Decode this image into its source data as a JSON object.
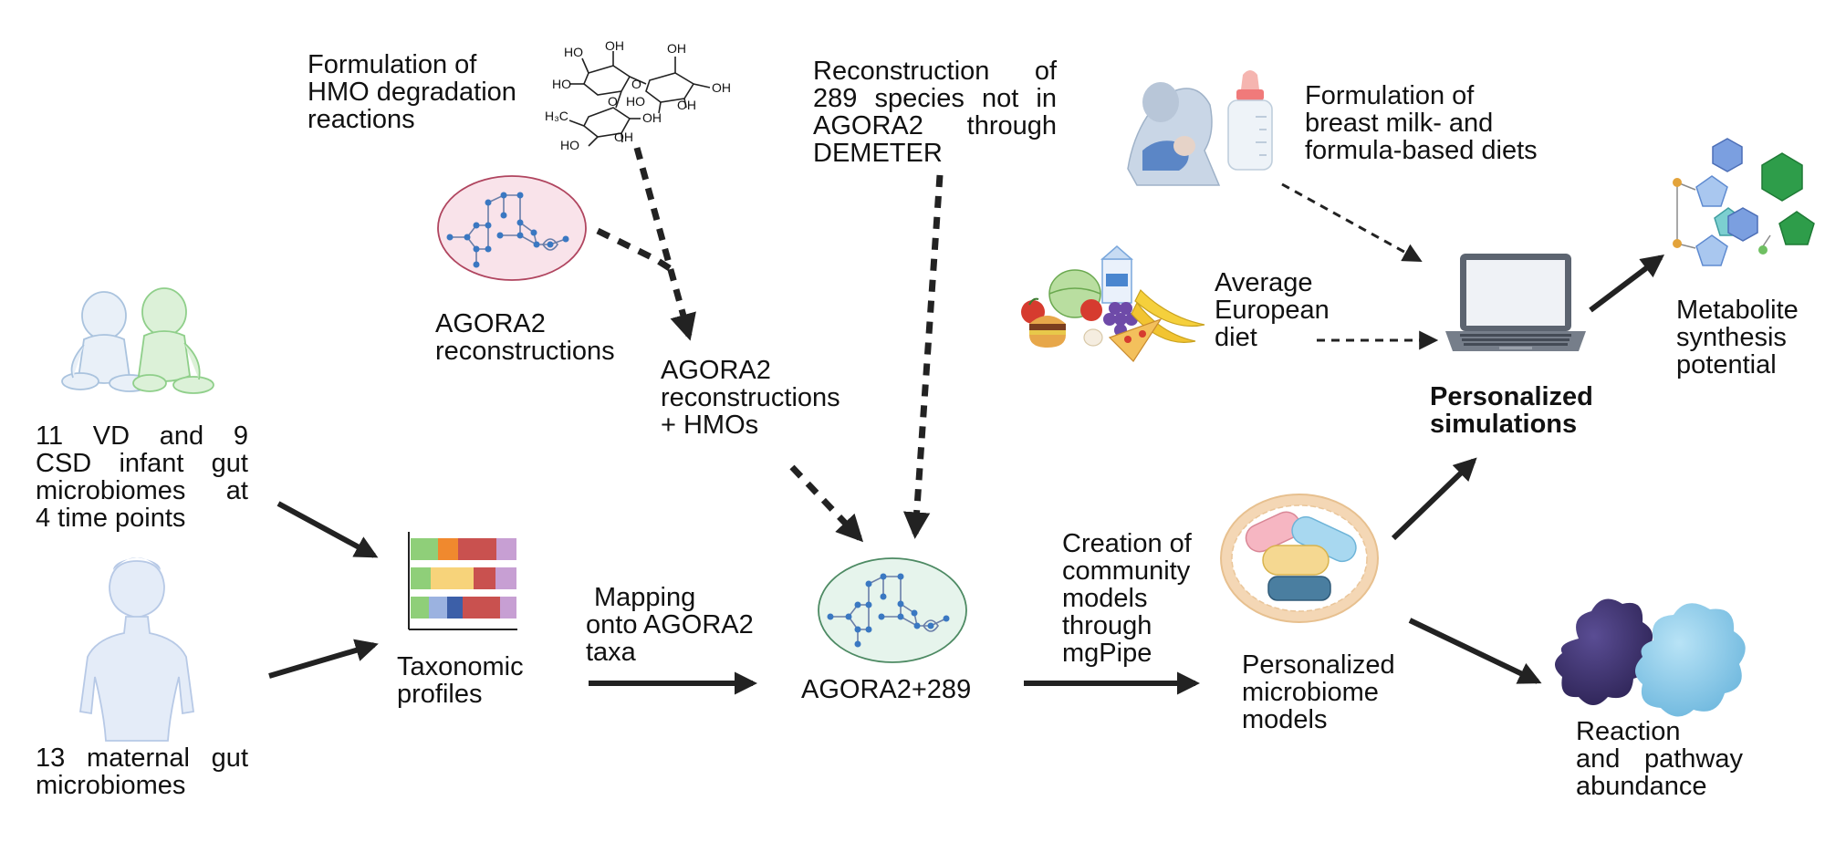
{
  "labels": {
    "hmo_formulation": [
      "Formulation of",
      "HMO degradation",
      "reactions"
    ],
    "agora2_recon": [
      "AGORA2",
      "reconstructions"
    ],
    "agora2_hmo": [
      "AGORA2",
      "reconstructions",
      "+ HMOs"
    ],
    "demeter": [
      "Reconstruction of",
      "289 species not in",
      "AGORA2 through",
      "DEMETER"
    ],
    "diet_formulation": [
      "Formulation of",
      "breast milk- and",
      "formula-based diets"
    ],
    "euro_diet": [
      "Average",
      "European",
      "diet"
    ],
    "personalized_sim": [
      "Personalized",
      "simulations"
    ],
    "metabolite": [
      "Metabolite",
      "synthesis",
      "potential"
    ],
    "infant": [
      "11 VD and 9",
      "CSD infant gut",
      "microbiomes at",
      "4 time points"
    ],
    "maternal": [
      "13 maternal gut",
      "microbiomes"
    ],
    "taxonomic": [
      "Taxonomic",
      "profiles"
    ],
    "mapping": [
      "Mapping",
      "onto AGORA2",
      "taxa"
    ],
    "agora_289": "AGORA2+289",
    "community": [
      "Creation of",
      "community",
      "models",
      "through",
      "mgPipe"
    ],
    "microbiome_models": [
      "Personalized",
      "microbiome",
      "models"
    ],
    "reaction": [
      "Reaction",
      "and pathway",
      "abundance"
    ]
  },
  "chemistry": {
    "groups": [
      "HO",
      "OH",
      "HO",
      "O",
      "OH",
      "HO",
      "OH",
      "OH",
      "H₃C",
      "O",
      "OH",
      "HO",
      "OH"
    ]
  },
  "colors": {
    "network_node": "#3a78c2",
    "recon_fill": "#f9e3ea",
    "recon_stroke": "#b0455f",
    "combined_fill": "#e6f4ec",
    "combined_stroke": "#4d8a63",
    "arrow": "#222222",
    "infant_green": "#8fcf8a",
    "infant_blue": "#c7d9ec"
  },
  "taxonomic_bars": [
    [
      "#8fcf79",
      "#f0892e",
      "#c9514f",
      "#c79fd3"
    ],
    [
      "#8fcf79",
      "#f7d37a",
      "#c9514f",
      "#c79fd3"
    ],
    [
      "#8fcf79",
      "#9bb2e0",
      "#3c5fa8",
      "#c9514f",
      "#c79fd3"
    ]
  ]
}
